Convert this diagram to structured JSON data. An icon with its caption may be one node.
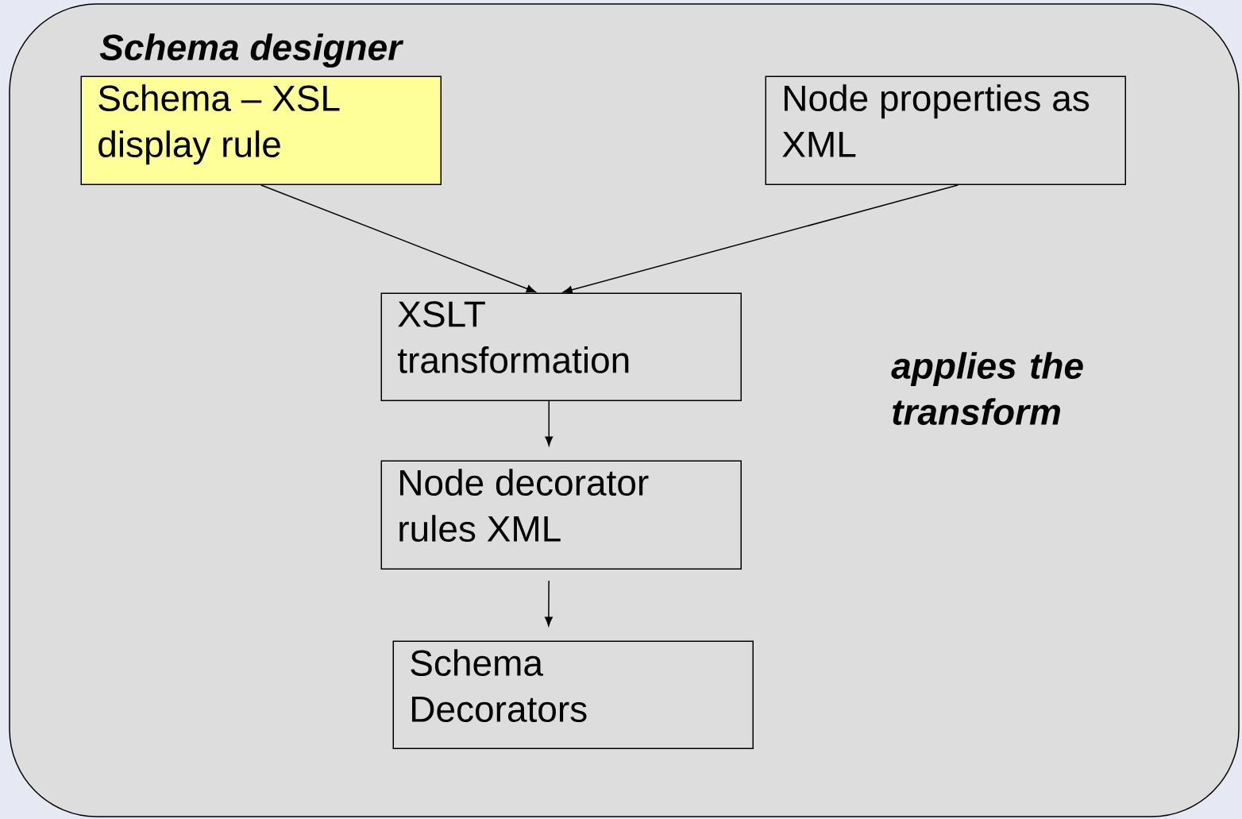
{
  "diagram": {
    "nodes": [
      {
        "text": [
          "Schema designer"
        ]
      },
      {
        "text": [
          "Schema – XSL display rule"
        ],
        "in": 0
      },
      {
        "text": [
          "Node properties as XML"
        ],
        "in": 0
      },
      {
        "text": [
          "XSLT transformation"
        ],
        "in": 0
      },
      {
        "text": [
          "Node decorator rules XML"
        ],
        "in": 0
      },
      {
        "text": [
          "Schema Decorators"
        ],
        "in": 0
      }
    ],
    "edges": [
      {
        "from": 1,
        "to": 3,
        "arrow": "to"
      },
      {
        "from": 2,
        "to": 3,
        "arrow": "to"
      },
      {
        "from": 3,
        "to": 4,
        "arrow": "to"
      },
      {
        "from": 4,
        "to": 5,
        "arrow": "to"
      }
    ],
    "labels": [
      "applies the transform"
    ]
  }
}
